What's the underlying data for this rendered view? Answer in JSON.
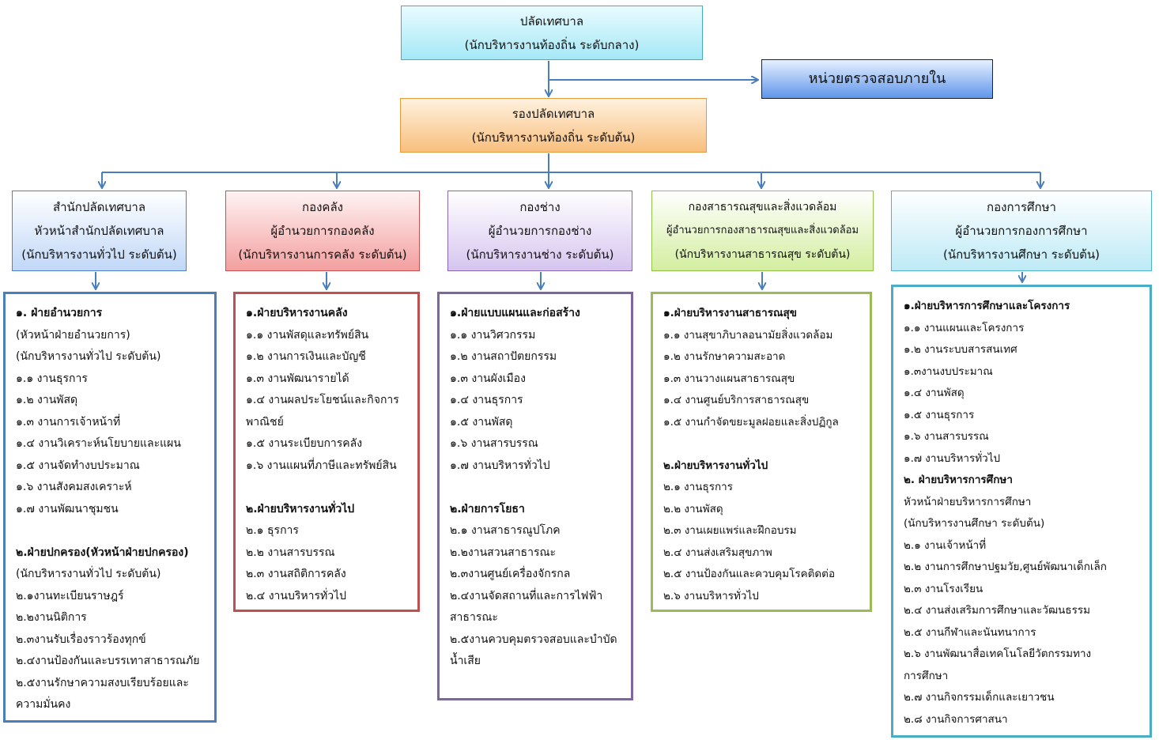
{
  "top": {
    "line1": "ปลัดเทศบาล",
    "line2": "(นักบริหารงานท้องถิ่น ระดับกลาง)"
  },
  "audit": {
    "label": "หน่วยตรวจสอบภายใน"
  },
  "deputy": {
    "line1": "รองปลัดเทศบาล",
    "line2": "(นักบริหารงานท้องถิ่น ระดับต้น)"
  },
  "departments": [
    {
      "lines": [
        "สำนักปลัดเทศบาล",
        "หัวหน้าสำนักปลัดเทศบาล",
        "(นักบริหารงานทั่วไป ระดับต้น)"
      ],
      "items": [
        {
          "text": "๑. ฝ่ายอำนวยการ",
          "bold": true
        },
        {
          "text": "(หัวหน้าฝ่ายอำนวยการ)"
        },
        {
          "text": "(นักบริหารงานทั่วไป ระดับต้น)"
        },
        {
          "text": "๑.๑ งานธุรการ"
        },
        {
          "text": "๑.๒ งานพัสดุ"
        },
        {
          "text": "๑.๓ งานการเจ้าหน้าที่"
        },
        {
          "text": "๑.๔ งานวิเคราะห์นโยบายและแผน"
        },
        {
          "text": "๑.๕ งานจัดทำงบประมาณ"
        },
        {
          "text": "๑.๖ งานสังคมสงเคราะห์"
        },
        {
          "text": "๑.๗ งานพัฒนาชุมชน"
        },
        {
          "text": ""
        },
        {
          "text": "๒.ฝ่ายปกครอง(หัวหน้าฝ่ายปกครอง)",
          "bold": true
        },
        {
          "text": "(นักบริหารงานทั่วไป ระดับต้น)"
        },
        {
          "text": "๒.๑งานทะเบียนราษฎร์"
        },
        {
          "text": "๒.๒งานนิติการ"
        },
        {
          "text": "๒.๓งานรับเรื่องราวร้องทุกข์"
        },
        {
          "text": "๒.๔งานป้องกันและบรรเทาสาธารณภัย"
        },
        {
          "text": "๒.๕งานรักษาความสงบเรียบร้อยและ"
        },
        {
          "text": "ความมั่นคง"
        }
      ]
    },
    {
      "lines": [
        "กองคลัง",
        "ผู้อำนวยการกองคลัง",
        "(นักบริหารงานการคลัง ระดับต้น)"
      ],
      "items": [
        {
          "text": "๑.ฝ่ายบริหารงานคลัง",
          "bold": true
        },
        {
          "text": "๑.๑ งานพัสดุและทรัพย์สิน"
        },
        {
          "text": "๑.๒ งานการเงินและบัญชี"
        },
        {
          "text": "๑.๓ งานพัฒนารายได้"
        },
        {
          "text": "๑.๔ งานผลประโยชน์และกิจการ"
        },
        {
          "text": "พาณิชย์"
        },
        {
          "text": "๑.๕ งานระเบียบการคลัง"
        },
        {
          "text": "๑.๖ งานแผนที่ภาษีและทรัพย์สิน"
        },
        {
          "text": ""
        },
        {
          "text": "๒.ฝ่ายบริหารงานทั่วไป",
          "bold": true
        },
        {
          "text": "๒.๑ ธุรการ"
        },
        {
          "text": "๒.๒ งานสารบรรณ"
        },
        {
          "text": "๒.๓ งานสถิติการคลัง"
        },
        {
          "text": "๒.๔ งานบริหารทั่วไป"
        }
      ]
    },
    {
      "lines": [
        "กองช่าง",
        "ผู้อำนวยการกองช่าง",
        "(นักบริหารงานช่าง ระดับต้น)"
      ],
      "items": [
        {
          "text": "๑.ฝ่ายแบบแผนและก่อสร้าง",
          "bold": true
        },
        {
          "text": "๑.๑ งานวิศวกรรม"
        },
        {
          "text": "๑.๒ งานสถาปัตยกรรม"
        },
        {
          "text": "๑.๓ งานผังเมือง"
        },
        {
          "text": "๑.๔ งานธุรการ"
        },
        {
          "text": "๑.๕ งานพัสดุ"
        },
        {
          "text": "๑.๖ งานสารบรรณ"
        },
        {
          "text": "๑.๗ งานบริหารทั่วไป"
        },
        {
          "text": ""
        },
        {
          "text": "๒.ฝ่ายการโยธา",
          "bold": true
        },
        {
          "text": "๒.๑ งานสาธารณูปโภค"
        },
        {
          "text": "๒.๒งานสวนสาธารณะ"
        },
        {
          "text": "๒.๓งานศูนย์เครื่องจักรกล"
        },
        {
          "text": "๒.๔งานจัดสถานที่และการไฟฟ้า"
        },
        {
          "text": "สาธารณะ"
        },
        {
          "text": "๒.๕งานควบคุมตรวจสอบและบำบัด"
        },
        {
          "text": "น้ำเสีย"
        }
      ]
    },
    {
      "lines": [
        "กองสาธารณสุขและสิ่งแวดล้อม",
        "ผู้อำนวยการกองสาธารณสุขและสิ่งแวดล้อม",
        "(นักบริหารงานสาธารณสุข ระดับต้น)"
      ],
      "items": [
        {
          "text": "๑.ฝ่ายบริหารงานสาธารณสุข",
          "bold": true
        },
        {
          "text": "๑.๑ งานสุขาภิบาลอนามัยสิ่งแวดล้อม"
        },
        {
          "text": "๑.๒ งานรักษาความสะอาด"
        },
        {
          "text": "๑.๓ งานวางแผนสาธารณสุข"
        },
        {
          "text": "๑.๔ งานศูนย์บริการสาธารณสุข"
        },
        {
          "text": "๑.๕ งานกำจัดขยะมูลฝอยและสิ่งปฏิกูล"
        },
        {
          "text": ""
        },
        {
          "text": "๒.ฝ่ายบริหารงานทั่วไป",
          "bold": true
        },
        {
          "text": "๒.๑ งานธุรการ"
        },
        {
          "text": "๒.๒ งานพัสดุ"
        },
        {
          "text": "๒.๓ งานเผยแพร่และฝึกอบรม"
        },
        {
          "text": "๒.๔ งานส่งเสริมสุขภาพ"
        },
        {
          "text": "๒.๕ งานป้องกันและควบคุมโรคติดต่อ"
        },
        {
          "text": "๒.๖ งานบริหารทั่วไป"
        }
      ]
    },
    {
      "lines": [
        "กองการศึกษา",
        "ผู้อำนวยการกองการศึกษา",
        "(นักบริหารงานศึกษา ระดับต้น)"
      ],
      "items": [
        {
          "text": "๑.ฝ่ายบริหารการศึกษาและโครงการ",
          "bold": true
        },
        {
          "text": "๑.๑ งานแผนและโครงการ"
        },
        {
          "text": "๑.๒ งานระบบสารสนเทศ"
        },
        {
          "text": "๑.๓งานงบประมาณ"
        },
        {
          "text": "๑.๔ งานพัสดุ"
        },
        {
          "text": "๑.๕ งานธุรการ"
        },
        {
          "text": "๑.๖ งานสารบรรณ"
        },
        {
          "text": "๑.๗ งานบริหารทั่วไป"
        },
        {
          "text": "๒. ฝ่ายบริหารการศึกษา",
          "bold": true
        },
        {
          "text": "หัวหน้าฝ่ายบริหารการศึกษา"
        },
        {
          "text": "(นักบริหารงานศึกษา ระดับต้น)"
        },
        {
          "text": "๒.๑ งานเจ้าหน้าที่"
        },
        {
          "text": "๒.๒ งานการศึกษาปฐมวัย,ศูนย์พัฒนาเด็กเล็ก"
        },
        {
          "text": "๒.๓ งานโรงเรียน"
        },
        {
          "text": "๒.๔ งานส่งเสริมการศึกษาและวัฒนธรรม"
        },
        {
          "text": "๒.๕ งานกีฬาและนันทนาการ"
        },
        {
          "text": "๒.๖ งานพัฒนาสื่อเทคโนโลยีวัตกรรมทาง"
        },
        {
          "text": "การศึกษา"
        },
        {
          "text": "๒.๗ งานกิจกรรมเด็กและเยาวชน"
        },
        {
          "text": "๒.๘ งานกิจการศาสนา"
        }
      ]
    }
  ],
  "colors": {
    "connector": "#4a7ebb",
    "audit_arrow": "#4a7ebb"
  }
}
